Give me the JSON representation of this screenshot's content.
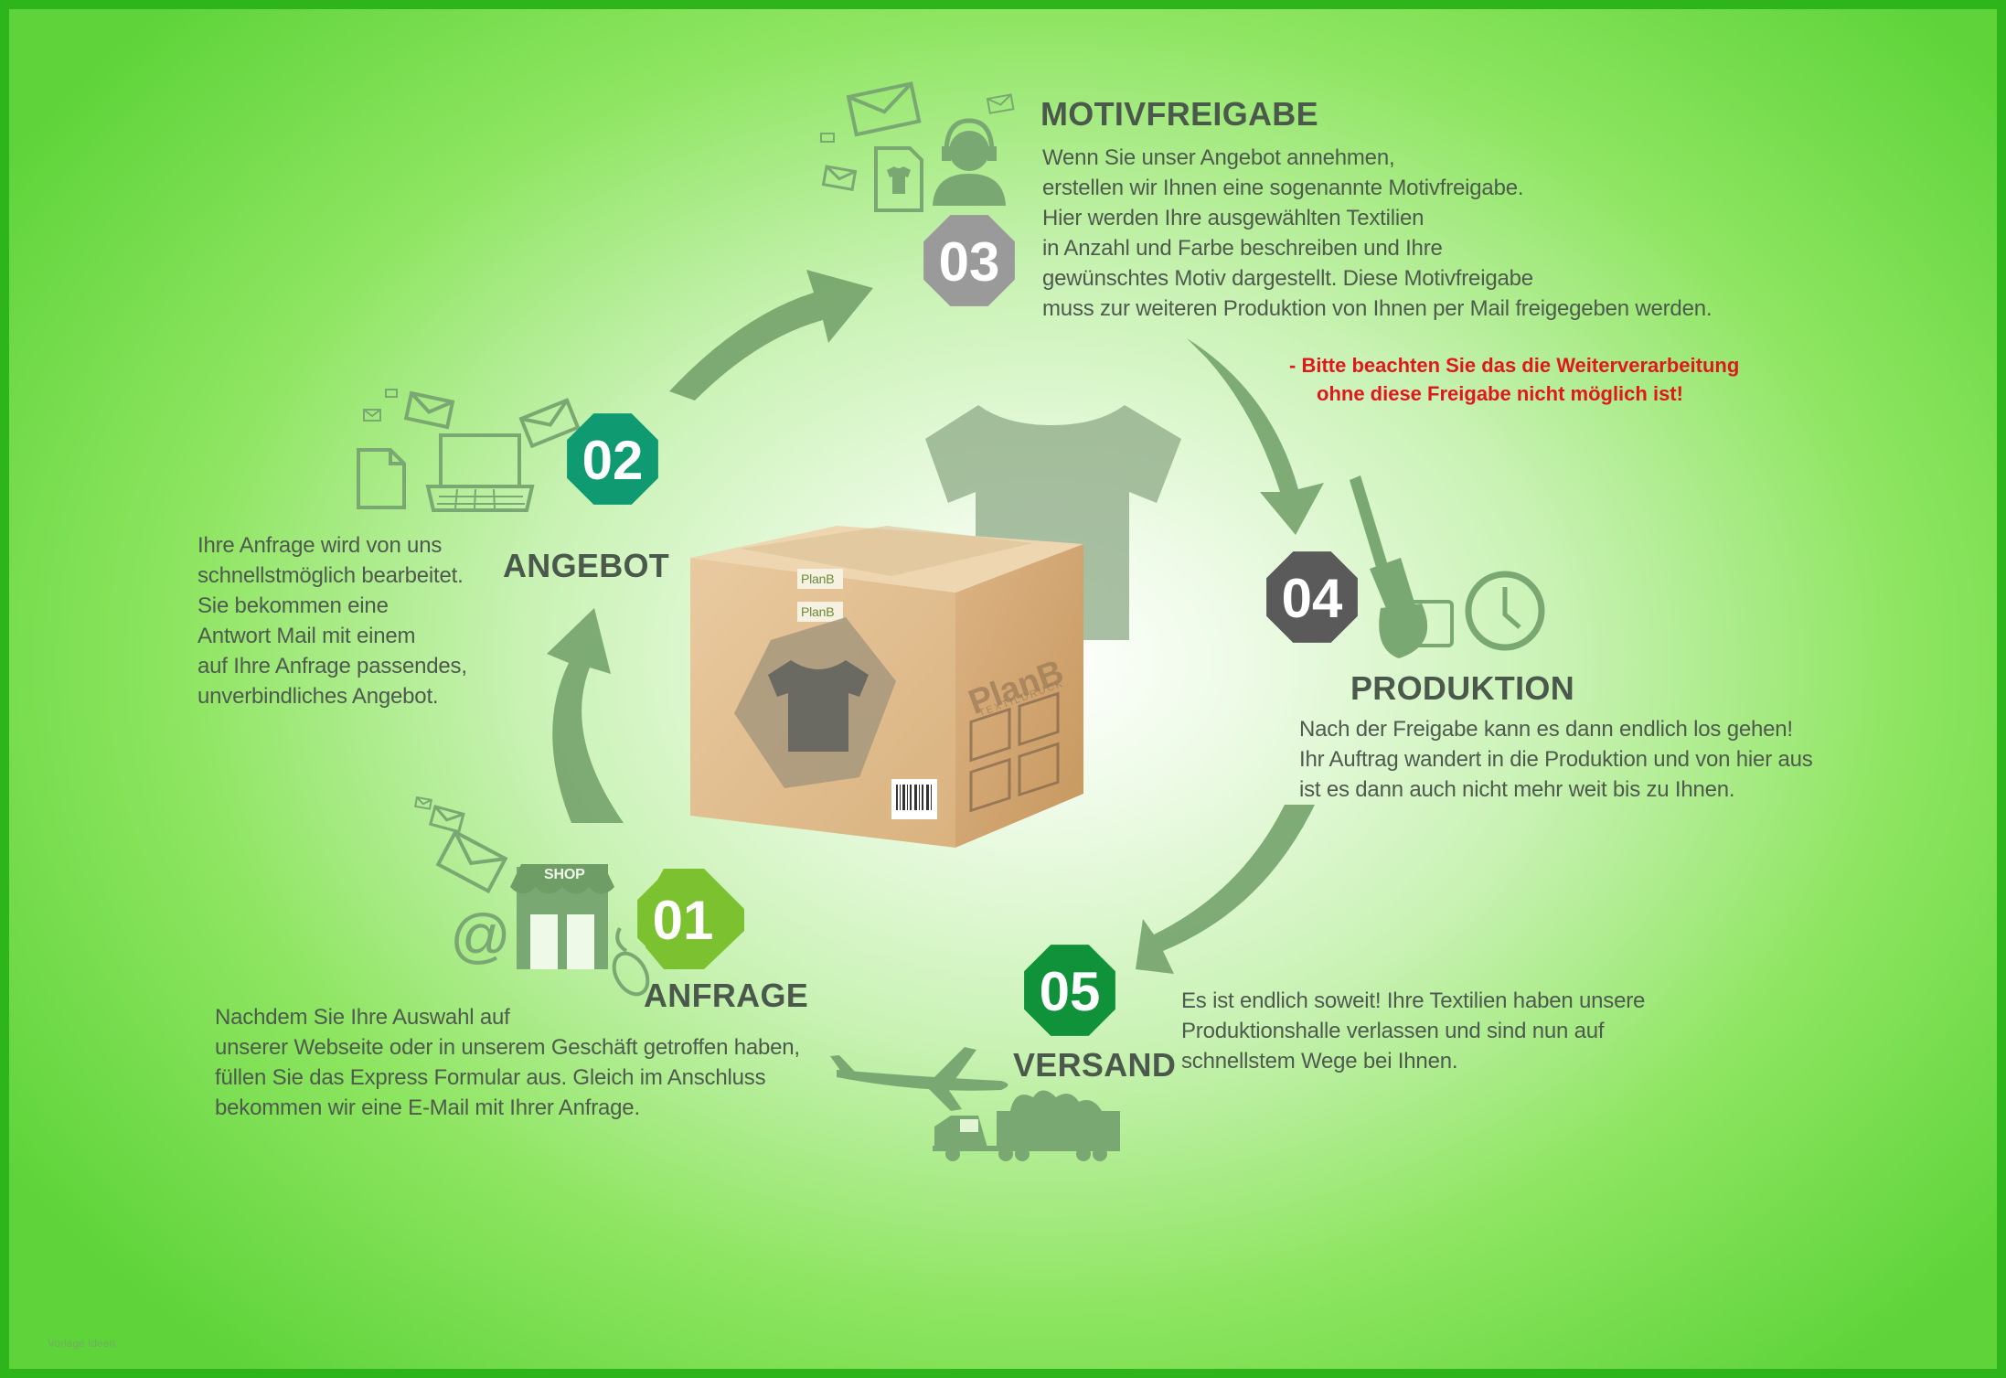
{
  "steps": [
    {
      "number": "01",
      "title": "ANFRAGE",
      "lines": [
        "Nachdem Sie Ihre Auswahl auf",
        "unserer Webseite oder in unserem Geschäft getroffen haben,",
        "füllen Sie das Express Formular aus. Gleich im Anschluss",
        "bekommen wir eine E-Mail mit Ihrer Anfrage."
      ],
      "badge_color": "#7bc130"
    },
    {
      "number": "02",
      "title": "ANGEBOT",
      "lines": [
        "Ihre Anfrage wird von uns",
        "schnellstmöglich bearbeitet.",
        "Sie bekommen eine",
        "Antwort Mail mit einem",
        "auf Ihre Anfrage passendes,",
        "unverbindliches Angebot."
      ],
      "badge_color": "#0f9a72"
    },
    {
      "number": "03",
      "title": "MOTIVFREIGABE",
      "lines": [
        "Wenn Sie unser Angebot annehmen,",
        "erstellen wir Ihnen eine sogenannte Motivfreigabe.",
        "Hier werden Ihre ausgewählten Textilien",
        "in Anzahl und Farbe beschreiben und Ihre",
        "gewünschtes Motiv dargestellt. Diese Motivfreigabe",
        "muss zur weiteren Produktion von Ihnen per Mail freigegeben werden."
      ],
      "warning": [
        "-  Bitte beachten Sie das die Weiterverarbeitung",
        "ohne diese Freigabe nicht möglich ist!"
      ],
      "badge_color": "#9a9a9a"
    },
    {
      "number": "04",
      "title": "PRODUKTION",
      "lines": [
        "Nach der Freigabe kann es dann endlich los gehen!",
        "Ihr Auftrag wandert in die Produktion und von hier aus",
        "ist es dann auch nicht mehr weit bis zu Ihnen."
      ],
      "badge_color": "#5a5a5a"
    },
    {
      "number": "05",
      "title": "VERSAND",
      "lines": [
        "Es ist endlich soweit! Ihre Textilien haben unsere",
        "Produktionshalle verlassen und sind nun auf",
        "schnellstem Wege bei Ihnen."
      ],
      "badge_color": "#10923a"
    }
  ],
  "icons": {
    "shop_label": "SHOP",
    "at_symbol": "@",
    "box_logo": "PlanB",
    "box_logo_sub": "TEXTILDRUCK",
    "box_label": "PlanB"
  },
  "footer": "Vorlage Ideen",
  "colors": {
    "arrow": "#6e9d66",
    "icon": "#7aa872",
    "text": "#4e5a4e",
    "warning": "#e0181c",
    "border": "#2fb51c"
  }
}
